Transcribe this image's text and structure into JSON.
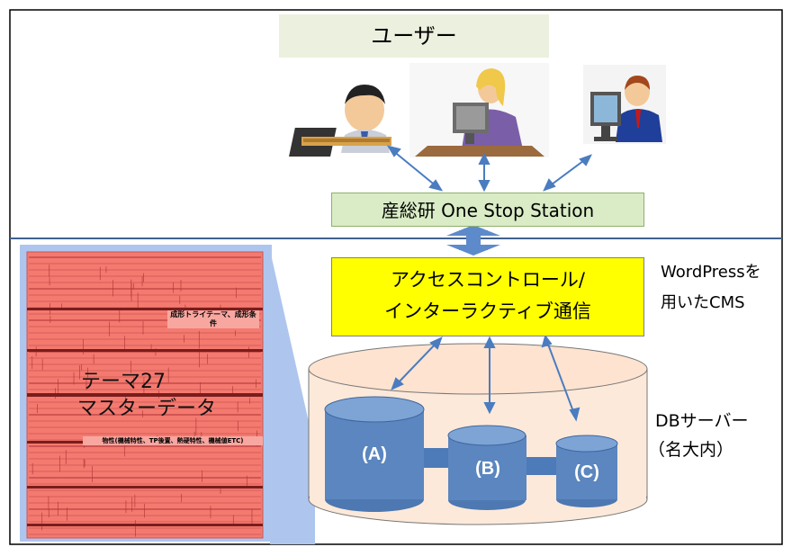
{
  "user_section": {
    "label": "ユーザー",
    "users": [
      "laptop-user",
      "headset-operator",
      "desktop-user"
    ]
  },
  "gateway": {
    "label": "産総研 One Stop Station"
  },
  "cms": {
    "line1": "アクセスコントロール/",
    "line2": "インターラクティブ通信",
    "note_line1": "WordPressを",
    "note_line2": "用いたCMS"
  },
  "db_server": {
    "note_line1": "DBサーバー",
    "note_line2": "（名大内）",
    "databases": [
      {
        "label": "(A)"
      },
      {
        "label": "(B)"
      },
      {
        "label": "(C)"
      }
    ]
  },
  "master_data": {
    "line1": "テーマ27",
    "line2": "マスターデータ",
    "sheet_headers": [
      "成形トライテーマ、成形条件",
      "物性(機械特性、TP後置、熱硬特性、機械値ETC)"
    ]
  },
  "colors": {
    "user_band": "#ebf1de",
    "gateway_fill": "#d9ecc6",
    "cms_fill": "#ffff00",
    "cylinder_fill": "#fde9da",
    "db_fill": "#5b86bf",
    "arrow": "#4a7cbf",
    "master_panel": "#aec6ee",
    "sheet_fill": "#f47a70"
  }
}
